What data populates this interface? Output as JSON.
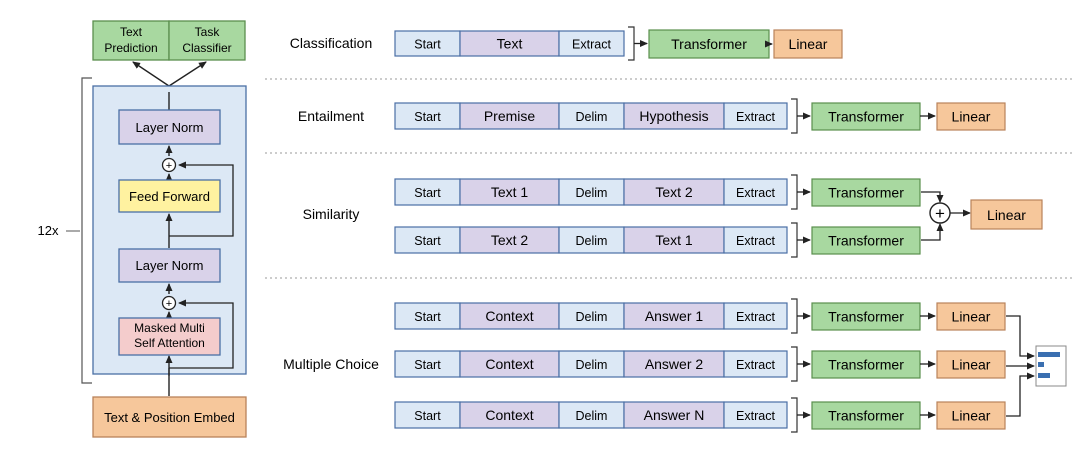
{
  "colors": {
    "blue_fill": "#dce8f5",
    "blue_stroke": "#4a6fa5",
    "purple_fill": "#d9d2e9",
    "green_fill": "#a8d8a0",
    "green_stroke": "#5a8f4e",
    "orange_fill": "#f6c79b",
    "orange_stroke": "#b9835a",
    "yellow_fill": "#fff2a0",
    "pink_fill": "#f4cccc",
    "stack_bg": "#dce8f5",
    "line": "#222222"
  },
  "architecture": {
    "outputs": [
      "Text Prediction",
      "Task Classifier"
    ],
    "layer_norm_top": "Layer Norm",
    "feed_forward": "Feed Forward",
    "layer_norm_bottom": "Layer Norm",
    "attention": "Masked Multi Self Attention",
    "embed": "Text & Position Embed",
    "repeat": "12x",
    "plus": "+"
  },
  "tasks": {
    "classification": {
      "label": "Classification",
      "tokens": [
        "Start",
        "Text",
        "Extract"
      ],
      "transformer": "Transformer",
      "linear": "Linear"
    },
    "entailment": {
      "label": "Entailment",
      "tokens": [
        "Start",
        "Premise",
        "Delim",
        "Hypothesis",
        "Extract"
      ],
      "transformer": "Transformer",
      "linear": "Linear"
    },
    "similarity": {
      "label": "Similarity",
      "rows": [
        [
          "Start",
          "Text 1",
          "Delim",
          "Text 2",
          "Extract"
        ],
        [
          "Start",
          "Text 2",
          "Delim",
          "Text 1",
          "Extract"
        ]
      ],
      "transformer": "Transformer",
      "linear": "Linear",
      "plus": "+"
    },
    "multiple_choice": {
      "label": "Multiple Choice",
      "rows": [
        [
          "Start",
          "Context",
          "Delim",
          "Answer 1",
          "Extract"
        ],
        [
          "Start",
          "Context",
          "Delim",
          "Answer 2",
          "Extract"
        ],
        [
          "Start",
          "Context",
          "Delim",
          "Answer N",
          "Extract"
        ]
      ],
      "transformer": "Transformer",
      "linear": "Linear"
    }
  }
}
